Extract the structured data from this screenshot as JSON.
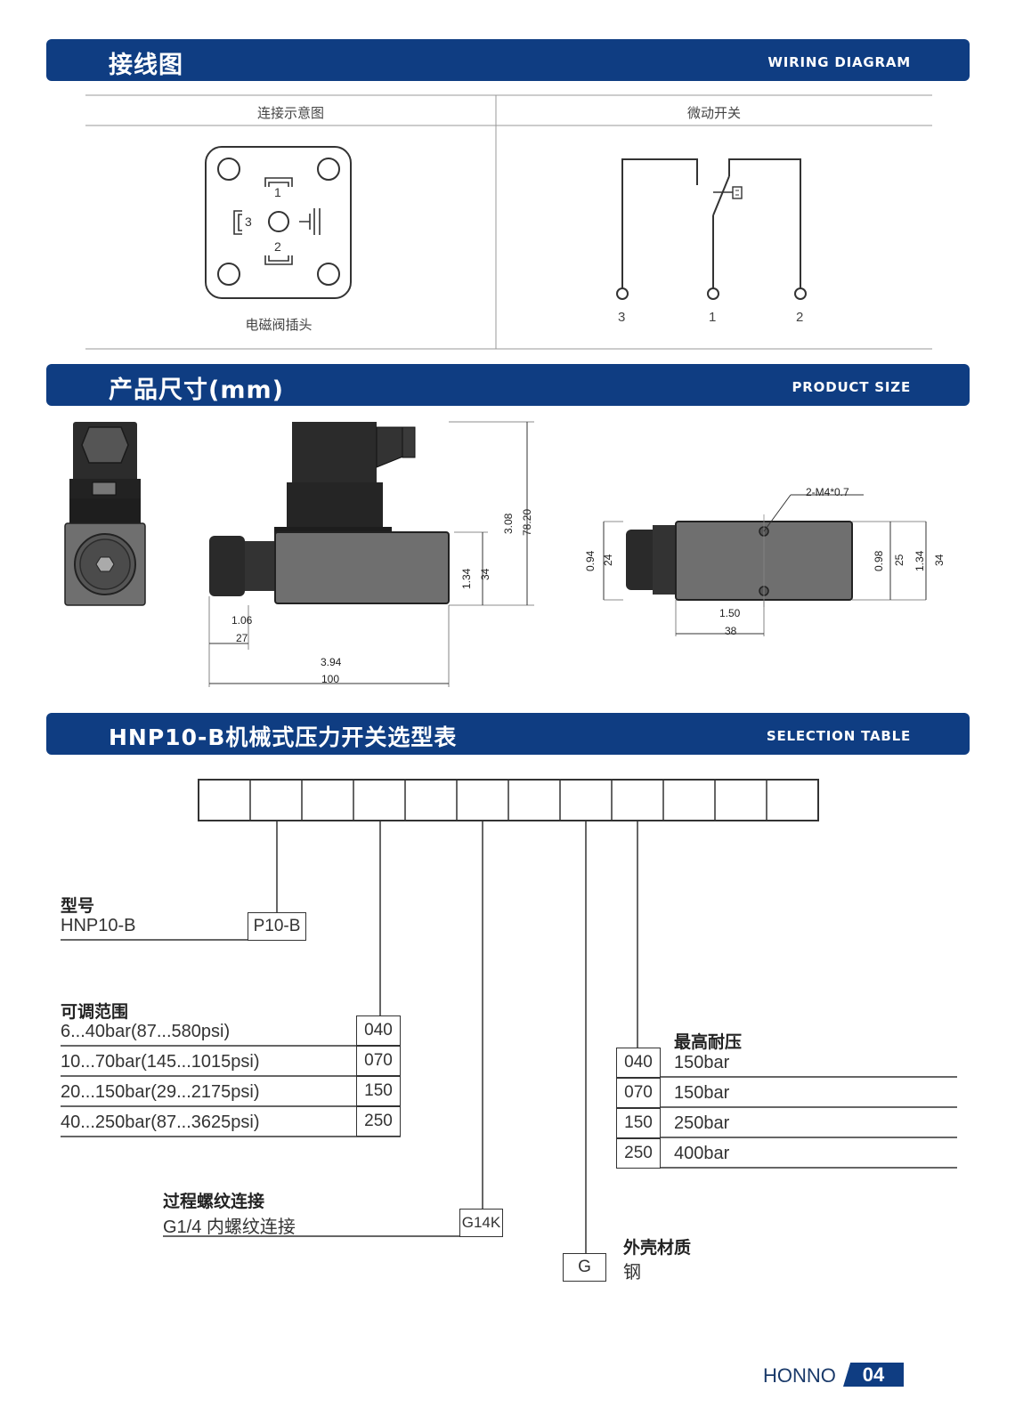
{
  "wiring": {
    "title_cn": "接线图",
    "title_en": "WIRING DIAGRAM",
    "col_left": "连接示意图",
    "col_right": "微动开关",
    "plug_caption": "电磁阀插头",
    "plug_pins": [
      "1",
      "3",
      "2"
    ],
    "switch_terminals": [
      "3",
      "1",
      "2"
    ]
  },
  "size": {
    "title_cn": "产品尺寸(mm)",
    "title_en": "PRODUCT SIZE",
    "dims": {
      "d308": "3.08",
      "d7820": "78.20",
      "d134a": "1.34",
      "d34a": "34",
      "d106": "1.06",
      "d27": "27",
      "d394": "3.94",
      "d100": "100",
      "m4": "2-M4*0.7",
      "d094": "0.94",
      "d24": "24",
      "d150": "1.50",
      "d38": "38",
      "d098": "0.98",
      "d25": "25",
      "d134b": "1.34",
      "d34b": "34"
    }
  },
  "selection": {
    "title_cn": "HNP10-B机械式压力开关选型表",
    "title_en": "SELECTION TABLE",
    "model": {
      "head": "型号",
      "value": "HNP10-B",
      "code": "P10-B"
    },
    "range": {
      "head": "可调范围",
      "rows": [
        {
          "text": "6...40bar(87...580psi)",
          "code": "040"
        },
        {
          "text": "10...70bar(145...1015psi)",
          "code": "070"
        },
        {
          "text": "20...150bar(29...2175psi)",
          "code": "150"
        },
        {
          "text": "40...250bar(87...3625psi)",
          "code": "250"
        }
      ]
    },
    "thread": {
      "head": "过程螺纹连接",
      "value": "G1/4 内螺纹连接",
      "code": "G14K"
    },
    "max_pressure": {
      "head": "最高耐压",
      "rows": [
        {
          "code": "040",
          "text": "150bar"
        },
        {
          "code": "070",
          "text": "150bar"
        },
        {
          "code": "150",
          "text": "250bar"
        },
        {
          "code": "250",
          "text": "400bar"
        }
      ]
    },
    "housing": {
      "head": "外壳材质",
      "value": "钢",
      "code": "G"
    }
  },
  "footer": {
    "brand": "HONNO",
    "page": "04"
  },
  "colors": {
    "brand_blue": "#0f3d82",
    "body_gray": "#6f6f6f",
    "dark": "#2a2a2a"
  }
}
